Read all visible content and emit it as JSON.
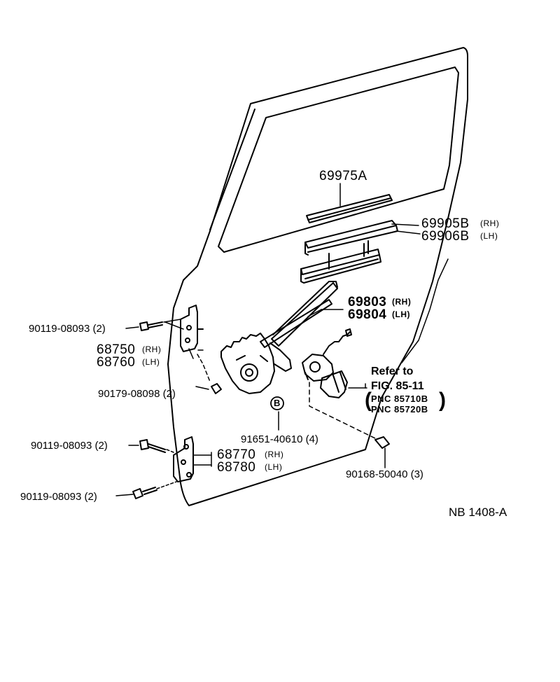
{
  "labels": {
    "part_69975A": "69975A",
    "part_69905B": "69905B",
    "part_69905B_side": "(RH)",
    "part_69906B": "69906B",
    "part_69906B_side": "(LH)",
    "part_69803": "69803",
    "part_69803_side": "(RH)",
    "part_69804": "69804",
    "part_69804_side": "(LH)",
    "bolt_top": "90119-08093 (2)",
    "part_68750": "68750",
    "part_68750_side": "(RH)",
    "part_68760": "68760",
    "part_68760_side": "(LH)",
    "nut_90179": "90179-08098 (2)",
    "bolt_mid": "90119-08093 (2)",
    "part_68770": "68770",
    "part_68770_side": "(RH)",
    "part_68780": "68780",
    "part_68780_side": "(LH)",
    "bolt_bottom": "90119-08093 (2)",
    "part_91651": "91651-40610 (4)",
    "ref_line1": "Refer  to",
    "ref_line2": "FIG. 85-11",
    "ref_pnc1": "PNC  85710B",
    "ref_pnc2": "PNC  85720B",
    "part_90168": "90168-50040 (3)",
    "marker_B": "B",
    "drawing_id": "NB  1408-A"
  },
  "icons": {
    "door": "door-frame-outline",
    "regulator": "window-regulator-drawing",
    "motor": "regulator-motor-drawing",
    "channel": "glass-channel-drawing"
  }
}
